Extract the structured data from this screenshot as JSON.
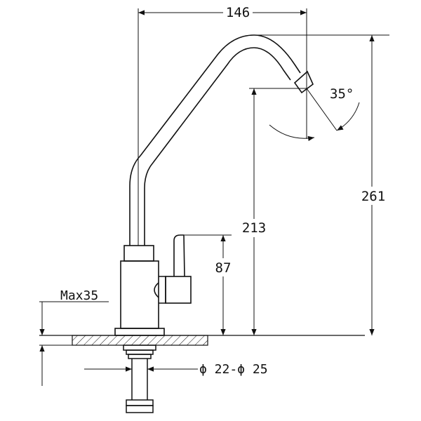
{
  "dimensions": {
    "width_top": "146",
    "angle": "35°",
    "height_total": "261",
    "height_spout": "213",
    "height_handle": "87",
    "max_thickness": "Max35",
    "hole_diameter": "ϕ 22-ϕ 25"
  },
  "colors": {
    "ink": "#111111",
    "paper": "#ffffff"
  }
}
